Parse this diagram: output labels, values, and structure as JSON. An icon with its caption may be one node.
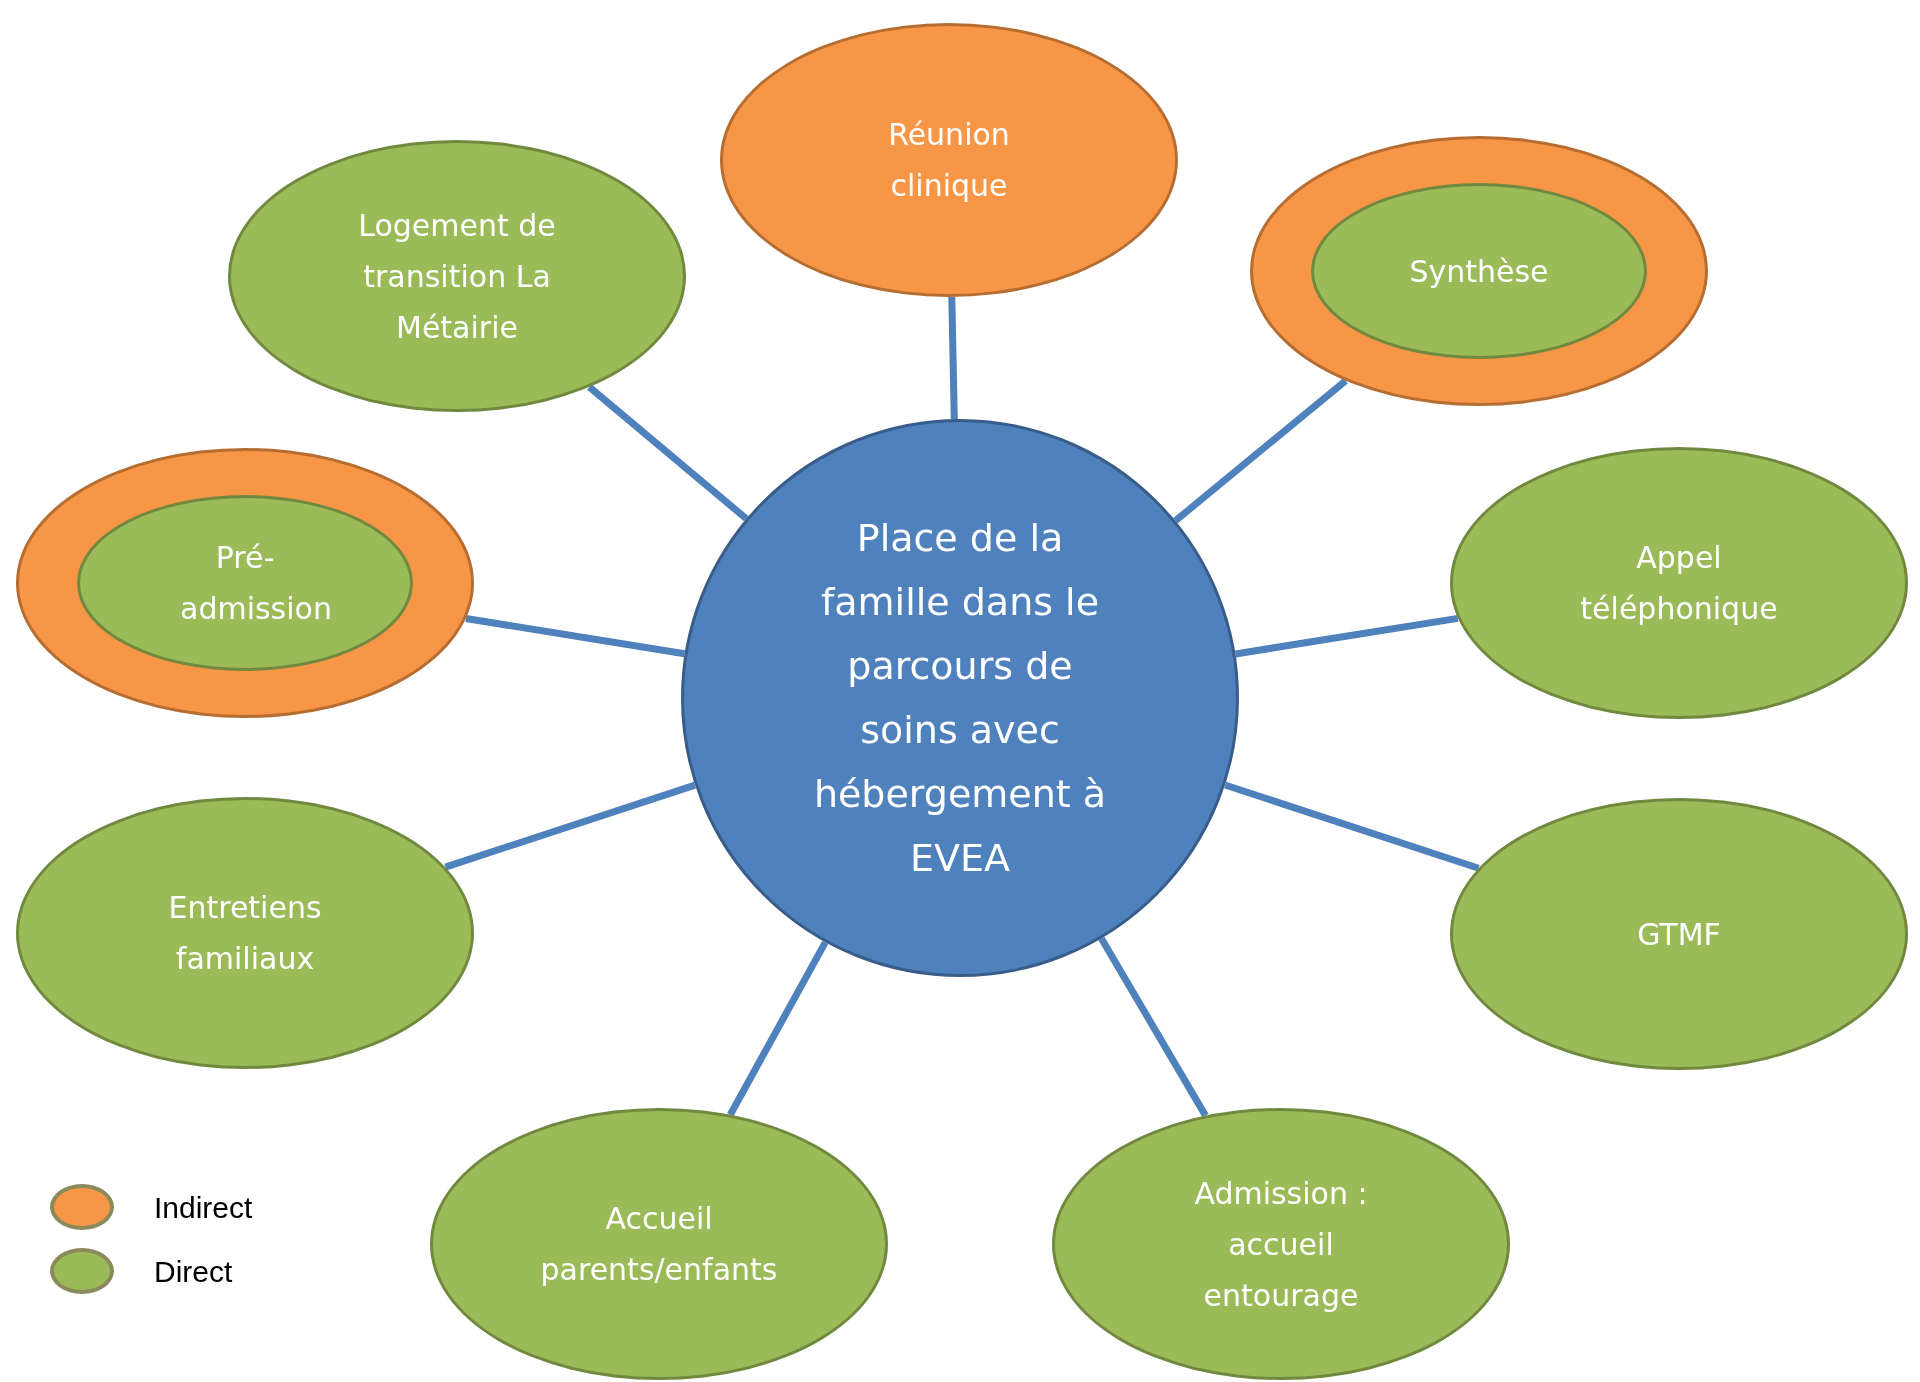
{
  "diagram": {
    "nodes": [
      {
        "text": [
          "Réunion clinique"
        ]
      },
      {
        "text": [
          "Logement de transition La Métairie"
        ]
      },
      {
        "text": [],
        "shape": "ellipse"
      },
      {
        "text": [
          "Synthèse"
        ],
        "in": 2
      },
      {
        "text": [],
        "shape": "ellipse"
      },
      {
        "text": [
          "Pré-admission"
        ],
        "in": 4
      },
      {
        "text": [
          "Place de la famille dans le parcours de soins avec hébergement à EVEA"
        ]
      },
      {
        "text": [
          "Appel téléphonique"
        ]
      },
      {
        "text": [
          "Entretiens familiaux"
        ]
      },
      {
        "text": [
          "GTMF"
        ]
      },
      {
        "text": [
          "Accueil parents/enfants"
        ]
      },
      {
        "text": [
          "Admission : accueil entourage"
        ]
      }
    ],
    "edges": [
      {
        "from": 6,
        "to": 0,
        "arrow": "none"
      },
      {
        "from": 6,
        "to": 2,
        "arrow": "none"
      },
      {
        "from": 6,
        "to": 7,
        "arrow": "none"
      },
      {
        "from": 6,
        "to": 9,
        "arrow": "none"
      },
      {
        "from": 6,
        "to": 11,
        "arrow": "none"
      },
      {
        "from": 6,
        "to": 10,
        "arrow": "none"
      },
      {
        "from": 6,
        "to": 8,
        "arrow": "none"
      },
      {
        "from": 6,
        "to": 4,
        "arrow": "none"
      },
      {
        "from": 6,
        "to": 1,
        "arrow": "none"
      }
    ],
    "legend": [
      {
        "text": "Indirect",
        "color": "#f79646"
      },
      {
        "text": "Direct",
        "color": "#9bbb59"
      }
    ]
  }
}
